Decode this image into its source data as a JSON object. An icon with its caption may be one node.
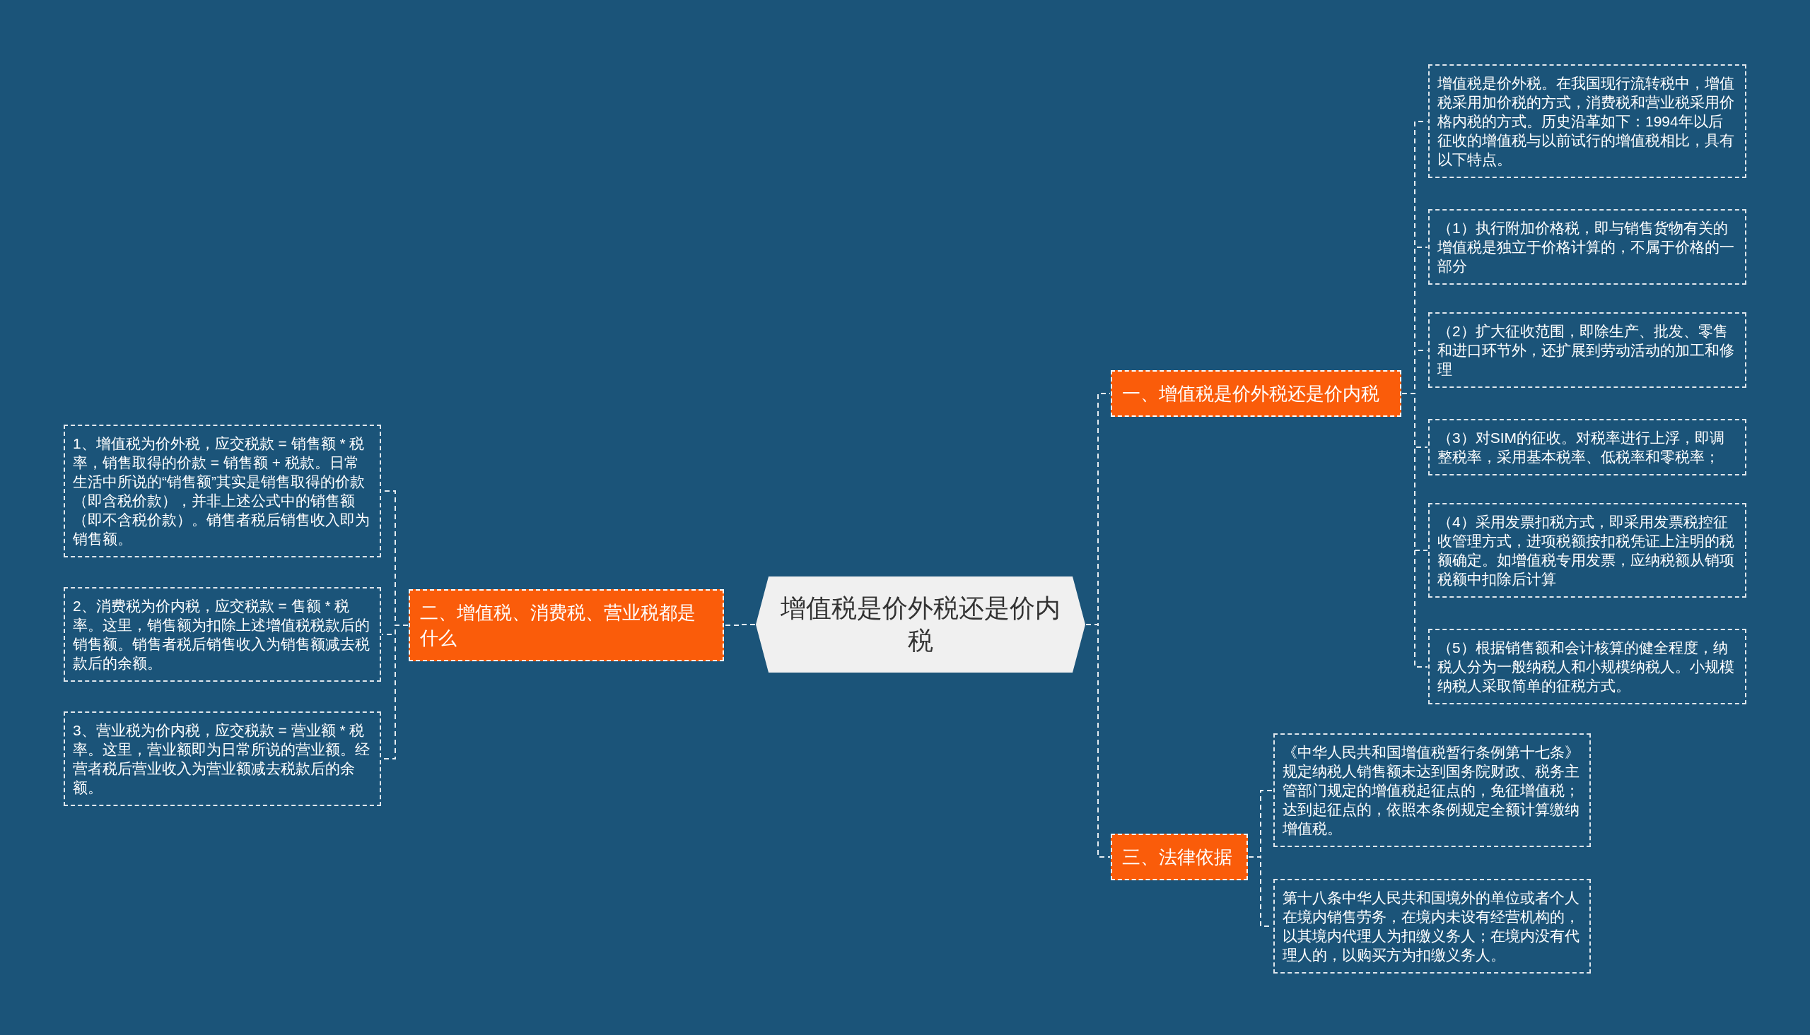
{
  "diagram": {
    "nodes": [
      {
        "text": [
          "增值税是价外税还是价内税"
        ]
      },
      {
        "text": [
          "一、增值税是价外税还是价内税"
        ]
      },
      {
        "text": [
          "增值税是价外税。在我国现行流转税中，增值税采用加价税的方式，消费税和营业税采用价格内税的方式。历史沿革如下：1994年以后征收的增值税与以前试行的增值税相比，具有以下特点。"
        ]
      },
      {
        "text": [
          "（1）执行附加价格税，即与销售货物有关的增值税是独立于价格计算的，不属于价格的一部分"
        ]
      },
      {
        "text": [
          "（2）扩大征收范围，即除生产、批发、零售和进口环节外，还扩展到劳动活动的加工和修理"
        ]
      },
      {
        "text": [
          "（3）对SIM的征收。对税率进行上浮，即调整税率，采用基本税率、低税率和零税率；"
        ]
      },
      {
        "text": [
          "（4）采用发票扣税方式，即采用发票税控征收管理方式，进项税额按扣税凭证上注明的税额确定。如增值税专用发票，应纳税额从销项税额中扣除后计算"
        ]
      },
      {
        "text": [
          "（5）根据销售额和会计核算的健全程度，纳税人分为一般纳税人和小规模纳税人。小规模纳税人采取简单的征税方式。"
        ]
      },
      {
        "text": [
          "二、增值税、消费税、营业税都是什么"
        ]
      },
      {
        "text": [
          "1、增值税为价外税，应交税款 = 销售额 * 税率，销售取得的价款 = 销售额 + 税款。日常生活中所说的“销售额”其实是销售取得的价款（即含税价款），并非上述公式中的销售额（即不含税价款）。销售者税后销售收入即为销售额。"
        ]
      },
      {
        "text": [
          "2、消费税为价内税，应交税款 = 售额 * 税率。这里，销售额为扣除上述增值税税款后的销售额。销售者税后销售收入为销售额减去税款后的余额。"
        ]
      },
      {
        "text": [
          "3、营业税为价内税，应交税款 = 营业额 * 税率。这里，营业额即为日常所说的营业额。经营者税后营业收入为营业额减去税款后的余额。"
        ]
      },
      {
        "text": [
          "三、法律依据"
        ]
      },
      {
        "text": [
          "《中华人民共和国增值税暂行条例第十七条》规定纳税人销售额未达到国务院财政、税务主管部门规定的增值税起征点的，免征增值税；达到起征点的，依照本条例规定全额计算缴纳增值税。"
        ]
      },
      {
        "text": [
          "第十八条中华人民共和国境外的单位或者个人在境内销售劳务，在境内未设有经营机构的，以其境内代理人为扣缴义务人；在境内没有代理人的，以购买方为扣缴义务人。"
        ]
      }
    ],
    "edges": [
      {
        "from": 0,
        "to": 1,
        "arrow": "none",
        "style": "dashed"
      },
      {
        "from": 1,
        "to": 2,
        "arrow": "none",
        "style": "dashed"
      },
      {
        "from": 1,
        "to": 3,
        "arrow": "none",
        "style": "dashed"
      },
      {
        "from": 1,
        "to": 4,
        "arrow": "none",
        "style": "dashed"
      },
      {
        "from": 1,
        "to": 5,
        "arrow": "none",
        "style": "dashed"
      },
      {
        "from": 1,
        "to": 6,
        "arrow": "none",
        "style": "dashed"
      },
      {
        "from": 1,
        "to": 7,
        "arrow": "none",
        "style": "dashed"
      },
      {
        "from": 0,
        "to": 8,
        "arrow": "none",
        "style": "dashed"
      },
      {
        "from": 8,
        "to": 9,
        "arrow": "none",
        "style": "dashed"
      },
      {
        "from": 8,
        "to": 10,
        "arrow": "none",
        "style": "dashed"
      },
      {
        "from": 8,
        "to": 11,
        "arrow": "none",
        "style": "dashed"
      },
      {
        "from": 0,
        "to": 12,
        "arrow": "none",
        "style": "dashed"
      },
      {
        "from": 12,
        "to": 13,
        "arrow": "none",
        "style": "dashed"
      },
      {
        "from": 12,
        "to": 14,
        "arrow": "none",
        "style": "dashed"
      }
    ]
  }
}
